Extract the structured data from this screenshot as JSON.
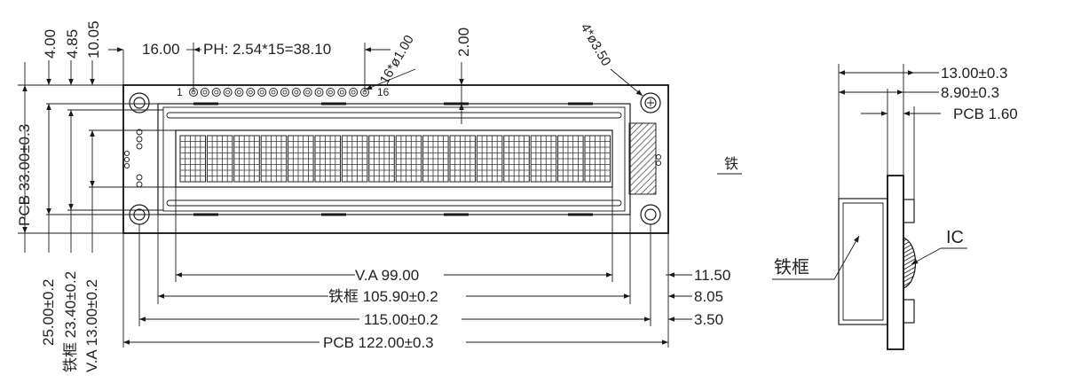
{
  "front_view": {
    "vertical_dims": {
      "dim_4_00": "4.00",
      "dim_4_85": "4.85",
      "dim_10_05": "10.05",
      "pcb_height": "PCB  33.00±0.3",
      "frame_height": "25.00±0.2",
      "frame_inner": "铁框  23.40±0.2",
      "va_height": "V.A  13.00±0.2"
    },
    "top_dims": {
      "offset_16": "16.00",
      "pitch": "PH: 2.54*15=38.10",
      "pin_holes": "16*ø1.00",
      "dim_2_00": "2.00",
      "mount_holes": "4*ø3.50"
    },
    "pin_labels": {
      "first": "1",
      "last": "16"
    },
    "horizontal_dims": {
      "va_width": "V.A  99.00",
      "frame_width": "铁框  105.90±0.2",
      "hole_pitch": "115.00±0.2",
      "pcb_width": "PCB  122.00±0.3",
      "right_11_50": "11.50",
      "right_8_05": "8.05",
      "right_3_50": "3.50"
    },
    "note_tie": "铁"
  },
  "side_view": {
    "total_thickness": "13.00±0.3",
    "module_thickness": "8.90±0.3",
    "pcb_thickness": "PCB  1.60",
    "ic_label": "IC",
    "frame_label": "铁框"
  }
}
